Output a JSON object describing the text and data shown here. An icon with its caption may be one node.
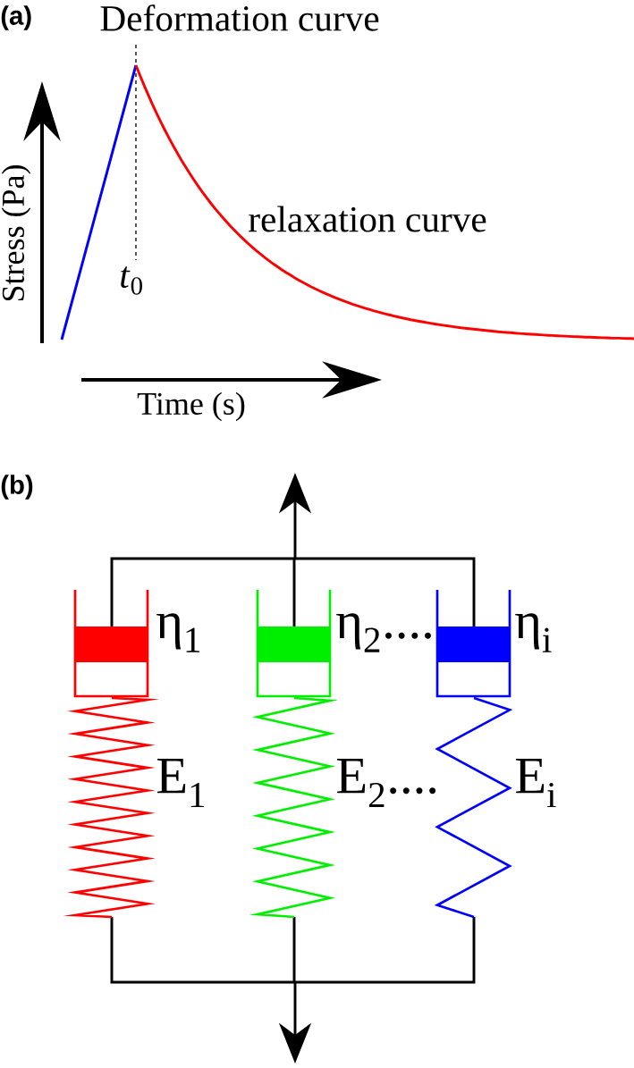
{
  "diagram": {
    "labels": [
      "(a)",
      "Deformation curve",
      "Stress (Pa)",
      "*t*$_{0}$",
      "relaxation curve",
      "Time (s)",
      "(b)",
      "η$_{1}$",
      "η$_{2}$....",
      "η$_{i}$",
      "E$_{1}$",
      "E$_{2}$....",
      "E$_{i}$"
    ]
  }
}
